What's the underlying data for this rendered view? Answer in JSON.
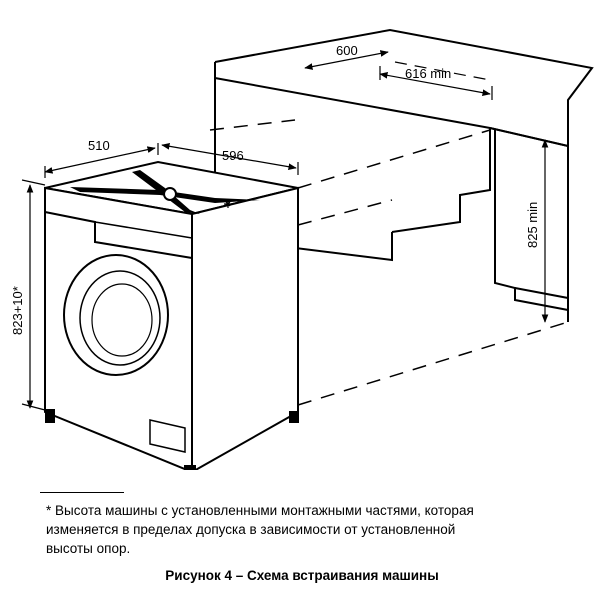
{
  "diagram": {
    "dimensions": {
      "machine_depth": "510",
      "machine_width": "596",
      "cabinet_depth": "600",
      "niche_width": "616 min",
      "niche_height": "825 min",
      "machine_height": "823+10*"
    }
  },
  "footnote": {
    "line1": "* Высота машины с установленными монтажными частями, которая",
    "line2": "изменяется в пределах допуска в зависимости от установленной",
    "line3": "высоты опор."
  },
  "figure_title": "Рисунок 4 – Схема встраивания машины"
}
